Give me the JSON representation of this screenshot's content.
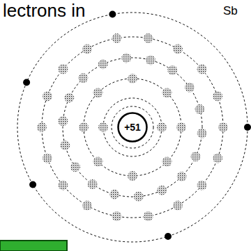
{
  "diagram": {
    "title": "lectrons in",
    "nodes": [
      {
        "text": [
          "+51"
        ]
      }
    ],
    "labels": [
      "Sb"
    ]
  }
}
